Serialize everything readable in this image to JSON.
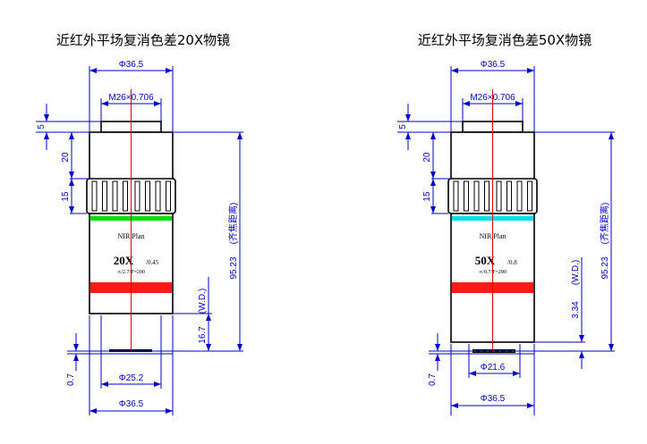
{
  "left": {
    "title": "近红外平场复消色差20X物镜",
    "outer_diameter": "Φ36.5",
    "thread": "M26×0.706",
    "dim_top": "5",
    "dim_upper": "20",
    "dim_ring": "15",
    "parfocal_value": "95.23",
    "parfocal_label": "(齐焦距离)",
    "wd_value": "16.7",
    "wd_label": "(W.D.)",
    "cover_thickness": "0.7",
    "front_diameter": "Φ25.2",
    "bottom_diameter": "Φ36.5",
    "series": "NIR Plan",
    "magnification": "20X",
    "na": "/0.45",
    "spec": "∞/2.7/F=200",
    "band_color": "#00e000"
  },
  "right": {
    "title": "近红外平场复消色差50X物镜",
    "outer_diameter": "Φ36.5",
    "thread": "M26×0.706",
    "dim_top": "5",
    "dim_upper": "20",
    "dim_ring": "15",
    "parfocal_value": "95.23",
    "parfocal_label": "(齐焦距离)",
    "wd_value": "3.34",
    "wd_label": "(W.D.)",
    "cover_thickness": "0.7",
    "front_diameter": "Φ21.6",
    "bottom_diameter": "Φ36.5",
    "series": "NIR Plan",
    "magnification": "50X",
    "na": "/0.8",
    "spec": "∞/0.7/F=200",
    "band_color": "#00e0e8"
  }
}
